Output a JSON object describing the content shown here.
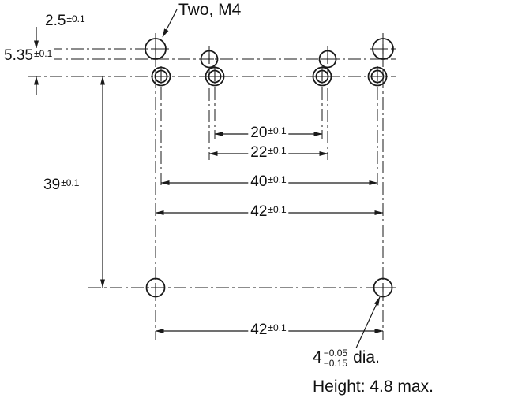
{
  "notes": {
    "top": "Two, M4",
    "dia_value": "4",
    "dia_tol_upper": "−0.05",
    "dia_tol_lower": "−0.15",
    "dia_suffix": "dia.",
    "height": "Height: 4.8 max."
  },
  "dims": {
    "v2_5": {
      "value": "2.5",
      "tol": "±0.1"
    },
    "v5_35": {
      "value": "5.35",
      "tol": "±0.1"
    },
    "v39": {
      "value": "39",
      "tol": "±0.1"
    },
    "h20": {
      "value": "20",
      "tol": "±0.1"
    },
    "h22": {
      "value": "22",
      "tol": "±0.1"
    },
    "h40": {
      "value": "40",
      "tol": "±0.1"
    },
    "h42_mid": {
      "value": "42",
      "tol": "±0.1"
    },
    "h42_bot": {
      "value": "42",
      "tol": "±0.1"
    }
  },
  "colors": {
    "line": "#1a1a1a",
    "background": "#ffffff"
  }
}
